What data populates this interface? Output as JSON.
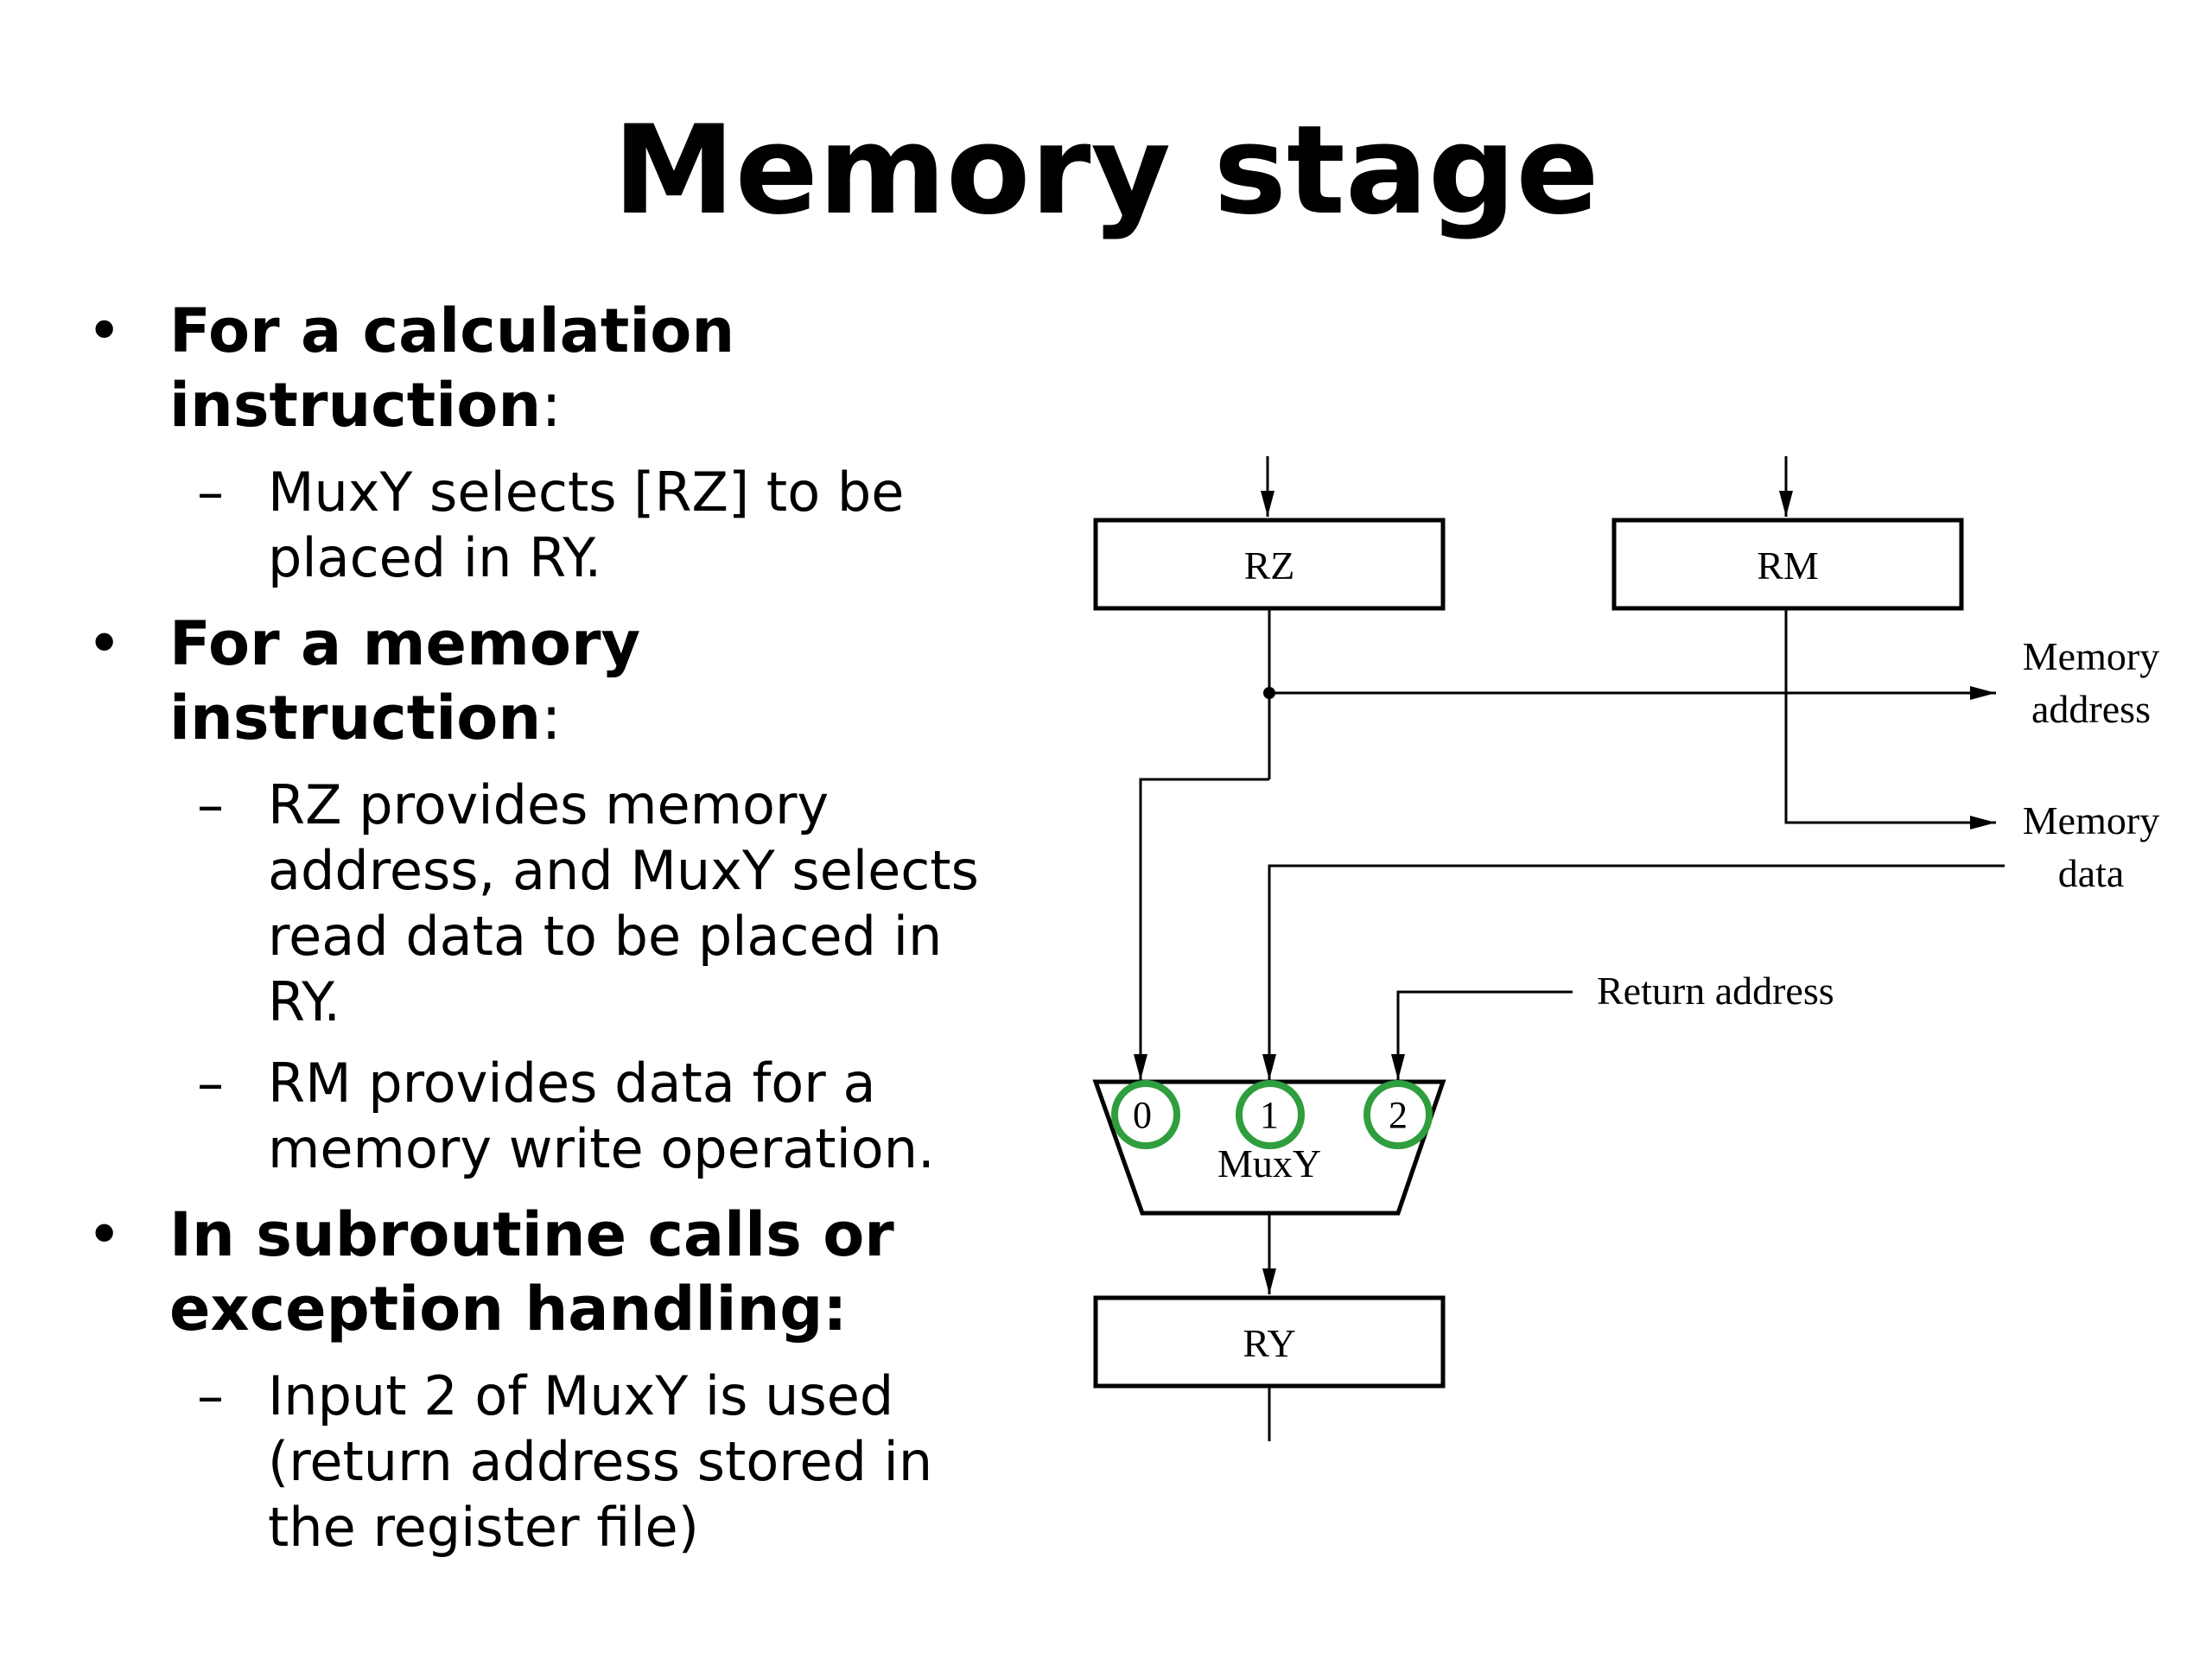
{
  "title": "Memory stage",
  "bullets": [
    {
      "heading": "For a calculation instruction",
      "suffix": ":",
      "subs": [
        "MuxY selects [RZ] to be placed in RY."
      ]
    },
    {
      "heading": "For a memory instruction",
      "suffix": ":",
      "subs": [
        "RZ provides memory address, and MuxY selects read data to be placed in RY.",
        "RM provides data for a memory write operation."
      ]
    },
    {
      "heading": "In subroutine calls or exception handling:",
      "suffix": "",
      "subs": [
        "Input 2 of MuxY is used (return address stored in the register file)"
      ]
    }
  ],
  "diagram": {
    "registers": {
      "rz": "RZ",
      "rm": "RM",
      "ry": "RY"
    },
    "mux": {
      "label": "MuxY",
      "inputs": [
        "0",
        "1",
        "2"
      ]
    },
    "labels": {
      "memory_address": [
        "Memory",
        "address"
      ],
      "memory_data": [
        "Memory",
        "data"
      ],
      "return_address": "Return address"
    },
    "colors": {
      "highlight_circle": "#2e9e3e",
      "line": "#000000"
    }
  }
}
